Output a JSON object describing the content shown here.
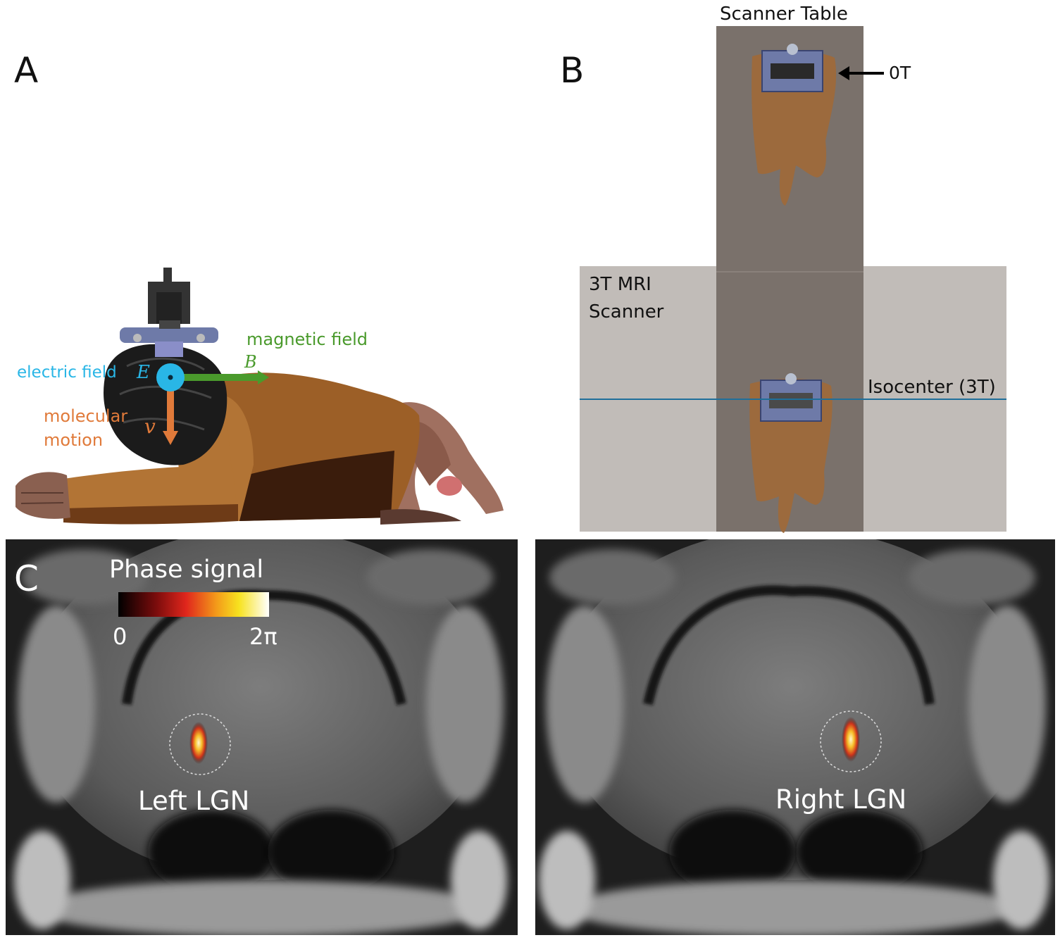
{
  "panels": {
    "a": {
      "letter": "A",
      "magnetic_field_label": "magnetic field",
      "magnetic_symbol": "B",
      "electric_field_label": "electric field",
      "electric_symbol": "E",
      "molecular_motion_line1": "molecular",
      "molecular_motion_line2": "motion",
      "velocity_symbol": "v"
    },
    "b": {
      "letter": "B",
      "table_title": "Scanner Table",
      "zero_field_label": "0T",
      "scanner_label_line1": "3T MRI",
      "scanner_label_line2": "Scanner",
      "isocenter_label": "Isocenter (3T)"
    },
    "c": {
      "letter": "C",
      "colorbar_title": "Phase signal",
      "colorbar_min": "0",
      "colorbar_max": "2π",
      "left_label": "Left LGN",
      "right_label": "Right LGN"
    }
  },
  "colors": {
    "electric": "#29b6e6",
    "magnetic": "#4a9a2c",
    "motion": "#e07a3a",
    "body_brown": "#9c5f27",
    "table_gray": "#7a716b",
    "scanner_gray": "#c1bcb8",
    "isocenter_line": "#1f6f9a"
  }
}
